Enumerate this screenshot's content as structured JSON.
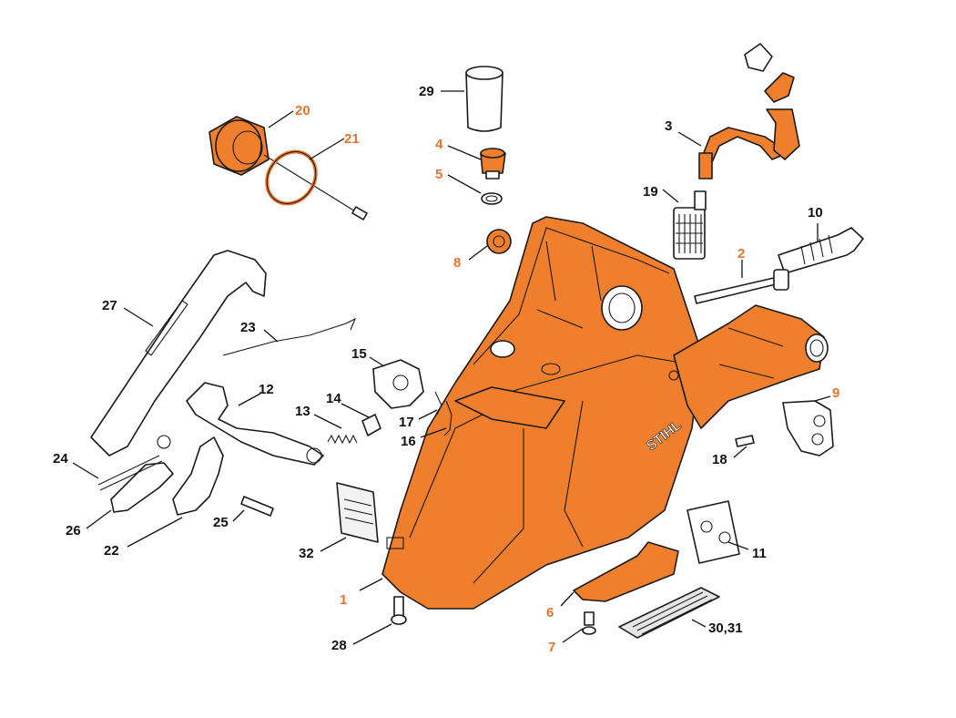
{
  "colors": {
    "accent": "#f07f2d",
    "orange_label": "#e8732a",
    "line": "#1a1a1a",
    "gray": "#d8d8d8"
  },
  "housing_brand": "STIHL",
  "callouts": [
    {
      "id": "c1",
      "text": "1",
      "highlighted": true
    },
    {
      "id": "c2",
      "text": "2",
      "highlighted": true
    },
    {
      "id": "c3",
      "text": "3",
      "highlighted": false
    },
    {
      "id": "c4",
      "text": "4",
      "highlighted": true
    },
    {
      "id": "c5",
      "text": "5",
      "highlighted": true
    },
    {
      "id": "c6",
      "text": "6",
      "highlighted": true
    },
    {
      "id": "c7",
      "text": "7",
      "highlighted": true
    },
    {
      "id": "c8",
      "text": "8",
      "highlighted": true
    },
    {
      "id": "c9",
      "text": "9",
      "highlighted": true
    },
    {
      "id": "c10",
      "text": "10",
      "highlighted": false
    },
    {
      "id": "c11",
      "text": "11",
      "highlighted": false
    },
    {
      "id": "c12",
      "text": "12",
      "highlighted": false
    },
    {
      "id": "c13",
      "text": "13",
      "highlighted": false
    },
    {
      "id": "c14",
      "text": "14",
      "highlighted": false
    },
    {
      "id": "c15",
      "text": "15",
      "highlighted": false
    },
    {
      "id": "c16",
      "text": "16",
      "highlighted": false
    },
    {
      "id": "c17",
      "text": "17",
      "highlighted": false
    },
    {
      "id": "c18",
      "text": "18",
      "highlighted": false
    },
    {
      "id": "c19",
      "text": "19",
      "highlighted": false
    },
    {
      "id": "c20",
      "text": "20",
      "highlighted": true
    },
    {
      "id": "c21",
      "text": "21",
      "highlighted": true
    },
    {
      "id": "c22",
      "text": "22",
      "highlighted": false
    },
    {
      "id": "c23",
      "text": "23",
      "highlighted": false
    },
    {
      "id": "c24",
      "text": "24",
      "highlighted": false
    },
    {
      "id": "c25",
      "text": "25",
      "highlighted": false
    },
    {
      "id": "c26",
      "text": "26",
      "highlighted": false
    },
    {
      "id": "c27",
      "text": "27",
      "highlighted": false
    },
    {
      "id": "c28",
      "text": "28",
      "highlighted": false
    },
    {
      "id": "c29",
      "text": "29",
      "highlighted": false
    },
    {
      "id": "c30",
      "text": "30,31",
      "highlighted": false
    },
    {
      "id": "c32",
      "text": "32",
      "highlighted": false
    }
  ]
}
